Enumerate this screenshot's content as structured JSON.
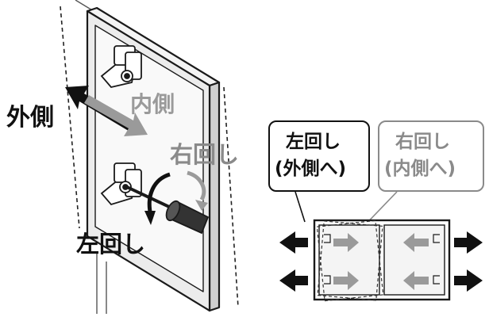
{
  "labels": {
    "outer": "外側",
    "inner": "内側",
    "right_rotation": "右回し",
    "left_rotation": "左回し"
  },
  "callouts": [
    {
      "line1": "左回し",
      "line2": "(外側へ)",
      "color": "#111111"
    },
    {
      "line1": "右回し",
      "line2": "(内側へ)",
      "color": "#8a8a8a"
    }
  ],
  "colors": {
    "outline": "#1a1a1a",
    "gray_arrow": "#9a9a9a",
    "light_gray": "#d8d8d8",
    "door_face": "#ececec"
  }
}
